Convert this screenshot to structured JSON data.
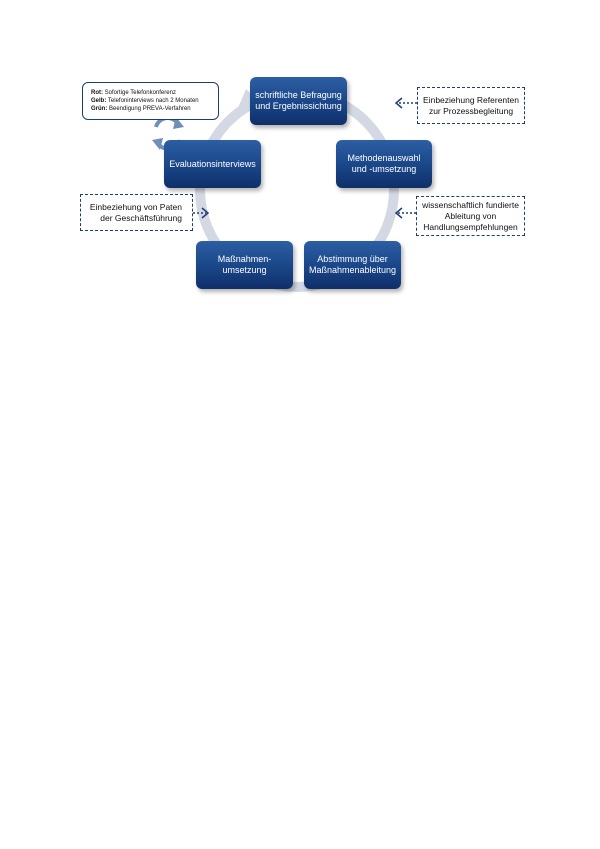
{
  "nodes": {
    "befragung": {
      "line1": "schriftliche Befragung",
      "line2": "und Ergebnissichtung"
    },
    "methoden": {
      "line1": "Methodenauswahl",
      "line2": "und -umsetzung"
    },
    "abstimmung": {
      "line1": "Abstimmung über",
      "line2": "Maßnahmenableitung"
    },
    "massnahmen": {
      "line1": "Maßnahmen-",
      "line2": "umsetzung"
    },
    "evaluation": {
      "line1": "Evaluationsinterviews"
    }
  },
  "notes": {
    "referenten": {
      "line1": "Einbeziehung Referenten",
      "line2": "zur Prozessbegleitung"
    },
    "wissenschaft": {
      "line1": "wissenschaftlich fundierte",
      "line2": "Ableitung von",
      "line3": "Handlungsempfehlungen"
    },
    "paten": {
      "line1": "Einbeziehung von Paten",
      "line2": "der Geschäftsführung"
    }
  },
  "legend": {
    "rot_label": "Rot:",
    "rot_text": "Sofortige Telefonkonferenz",
    "gelb_label": "Gelb:",
    "gelb_text": "Telefoninterviews nach 2 Monaten",
    "gruen_label": "Grün:",
    "gruen_text": "Beendigung PREVA-Verfahren"
  },
  "colors": {
    "node_blue": "#1c4a8d",
    "cycle_gray": "#d4d8e2",
    "note_border": "#1c3f73",
    "refresh_icon": "#6e8fb8"
  }
}
